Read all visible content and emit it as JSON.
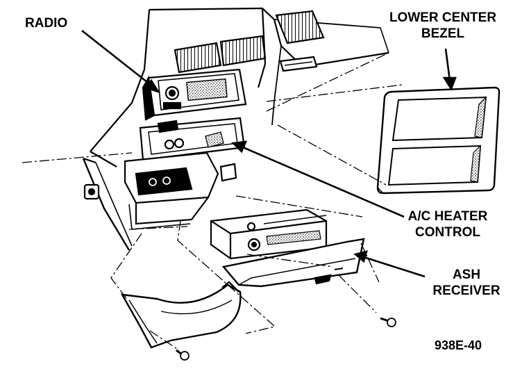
{
  "diagram": {
    "labels": {
      "radio": "RADIO",
      "lower_center_bezel": [
        "LOWER CENTER",
        "BEZEL"
      ],
      "ac_heater_control": [
        "A/C HEATER",
        "CONTROL"
      ],
      "ash_receiver": [
        "ASH",
        "RECEIVER"
      ]
    },
    "figure_code": "938E-40",
    "colors": {
      "ink": "#000000",
      "paper": "#ffffff",
      "shade": "#b8b8b8"
    }
  }
}
